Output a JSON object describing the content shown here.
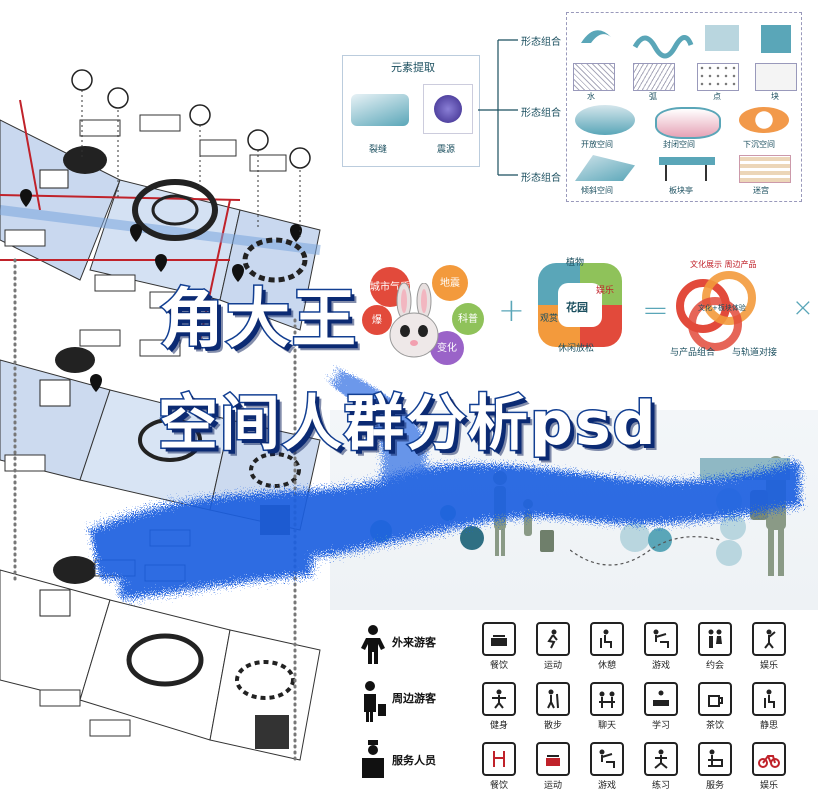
{
  "extraction": {
    "title": "元素提取",
    "items": [
      "裂缝",
      "震源"
    ]
  },
  "combos": {
    "labels": [
      "形态组合",
      "形态组合",
      "形态组合"
    ],
    "row1": [
      "水",
      "弧",
      "点",
      "块"
    ],
    "row2": [
      "开放空间",
      "封闭空间",
      "下沉空间"
    ],
    "row3": [
      "倾斜空间",
      "板块亭",
      "迷宫"
    ]
  },
  "overlay_title": {
    "line1": "角大王",
    "line2": "空间人群分析psd"
  },
  "equation": {
    "left_circle": [
      "城市气质",
      "地震",
      "爆",
      "科普",
      "变化"
    ],
    "middle_ring": [
      "植物",
      "娱乐",
      "观赏",
      "花园",
      "休闲放松"
    ],
    "right_top": "文化展示  周边产品",
    "right_center": "文化+板块体验",
    "right_bottom": [
      "与产品组合",
      "与轨道对接"
    ],
    "plus": "+",
    "equals": "=",
    "times": "×"
  },
  "legend": {
    "items": [
      "外来游客",
      "周边游客",
      "服务人员"
    ]
  },
  "activities": {
    "row1": [
      "餐饮",
      "运动",
      "休憩",
      "游戏",
      "约会",
      "娱乐"
    ],
    "row2": [
      "健身",
      "散步",
      "聊天",
      "学习",
      "茶饮",
      "静思"
    ],
    "row3": [
      "餐饮",
      "运动",
      "游戏",
      "练习",
      "服务",
      "娱乐"
    ]
  },
  "colors": {
    "accent_blue": "#1f5fe0",
    "teal": "#5aa6b8",
    "red_line": "#c0222a",
    "bubble_red": "#e24a3b",
    "bubble_orange": "#f39a3c",
    "bubble_green": "#8fc25a",
    "bubble_purple": "#9a63c8"
  }
}
